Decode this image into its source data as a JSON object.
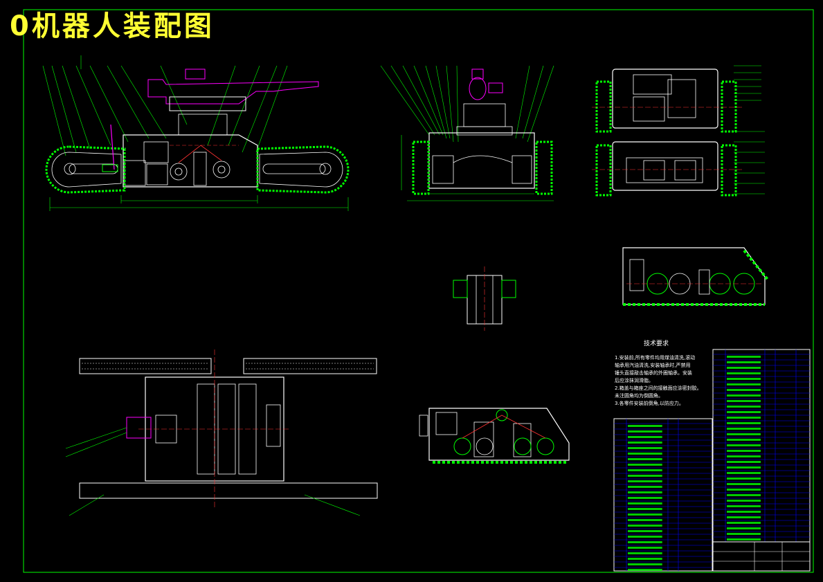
{
  "title": "0机器人装配图",
  "technical_requirements": {
    "heading": "技术要求",
    "items": [
      "1.安装前,所有零件均用煤油清洗,滚动",
      "  轴承用汽油清洗,安装轴承时,严禁用",
      "  锤头直接敲击轴承的外圈轴承。安装",
      "  后应涂抹润滑脂。",
      "2.箱盖与箱座之间的接触面应涂密封胶。",
      "  未注圆角均为倒圆角。",
      "3.各零件安装前倒角,以防应力。"
    ]
  },
  "colors": {
    "background": "#000000",
    "frame": "#00ff00",
    "outline": "#ffffff",
    "dimension": "#00ff00",
    "title": "#ffff33",
    "section": "#ff3333",
    "accent": "#ff00ff",
    "table_line": "#0000ff"
  }
}
